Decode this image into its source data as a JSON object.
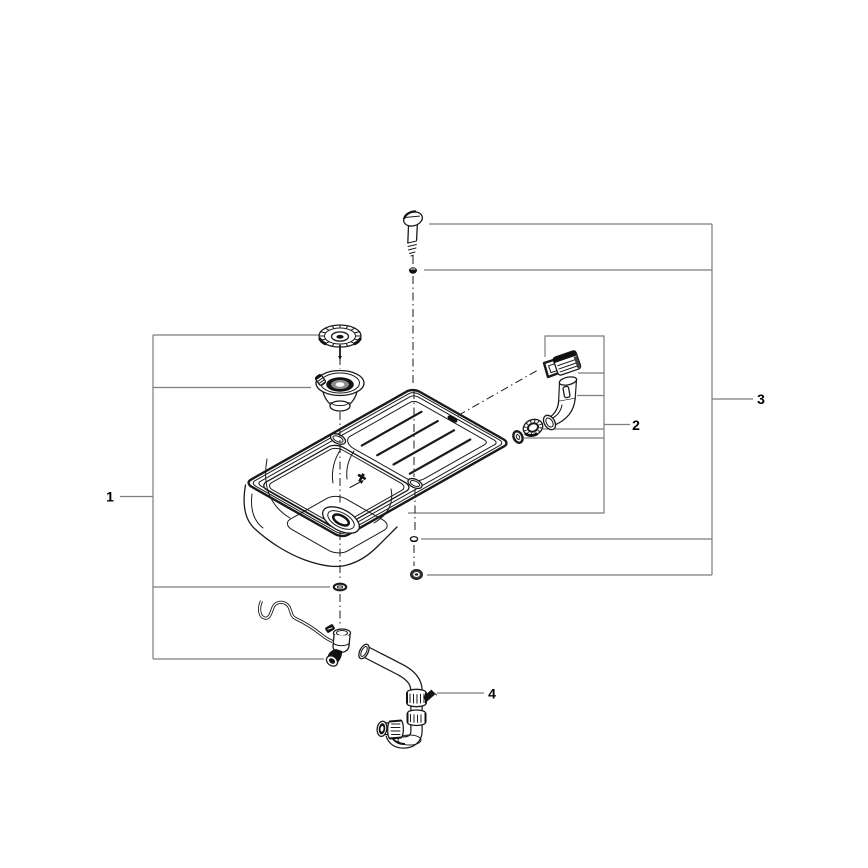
{
  "labels": {
    "part1": "1",
    "part2": "2",
    "part3": "3",
    "part4": "4"
  },
  "colors": {
    "line": "#1a1a1a",
    "leader": "#7c7c7c",
    "dark": "#111111",
    "mid": "#8a8a8a",
    "background": "#ffffff"
  }
}
